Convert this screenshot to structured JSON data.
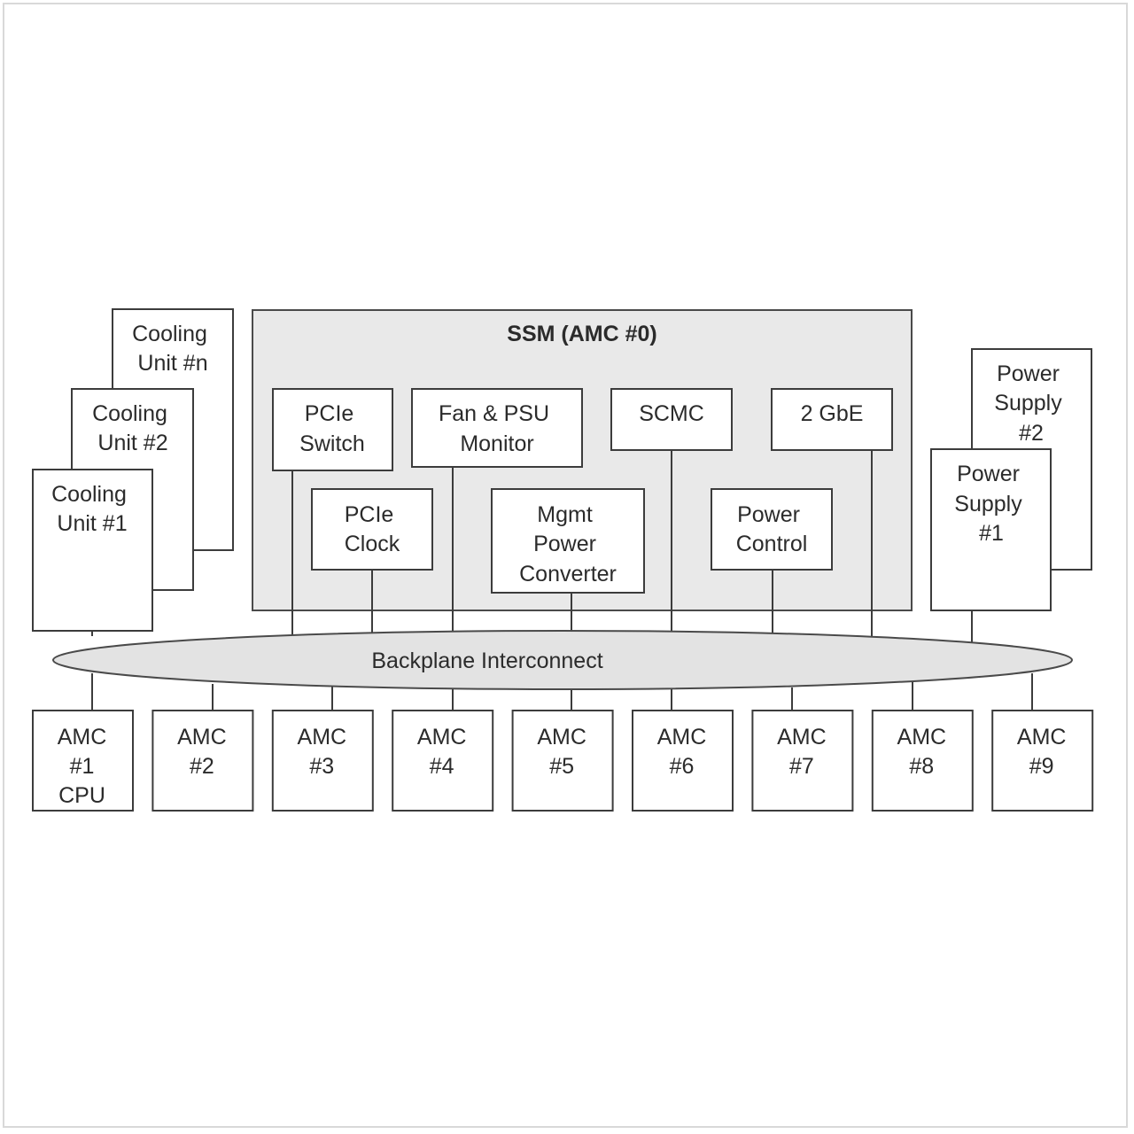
{
  "ssm": {
    "title": "SSM (AMC #0)"
  },
  "ssm_blocks": {
    "pcie_switch": [
      "PCIe",
      "Switch"
    ],
    "fan_psu_monitor": [
      "Fan & PSU",
      "Monitor"
    ],
    "scmc": [
      "SCMC"
    ],
    "gbe": [
      "2 GbE"
    ],
    "pcie_clock": [
      "PCIe",
      "Clock"
    ],
    "mgmt_power_converter": [
      "Mgmt",
      "Power",
      "Converter"
    ],
    "power_control": [
      "Power",
      "Control"
    ]
  },
  "cooling_units": {
    "unit_n": [
      "Cooling",
      "Unit #n"
    ],
    "unit_2": [
      "Cooling",
      "Unit #2"
    ],
    "unit_1": [
      "Cooling",
      "Unit #1"
    ]
  },
  "power_supplies": {
    "psu_2": [
      "Power",
      "Supply",
      "#2"
    ],
    "psu_1": [
      "Power",
      "Supply",
      "#1"
    ]
  },
  "backplane": {
    "label": "Backplane Interconnect"
  },
  "amc_modules": [
    [
      "AMC",
      "#1",
      "CPU"
    ],
    [
      "AMC",
      "#2"
    ],
    [
      "AMC",
      "#3"
    ],
    [
      "AMC",
      "#4"
    ],
    [
      "AMC",
      "#5"
    ],
    [
      "AMC",
      "#6"
    ],
    [
      "AMC",
      "#7"
    ],
    [
      "AMC",
      "#8"
    ],
    [
      "AMC",
      "#9"
    ]
  ]
}
